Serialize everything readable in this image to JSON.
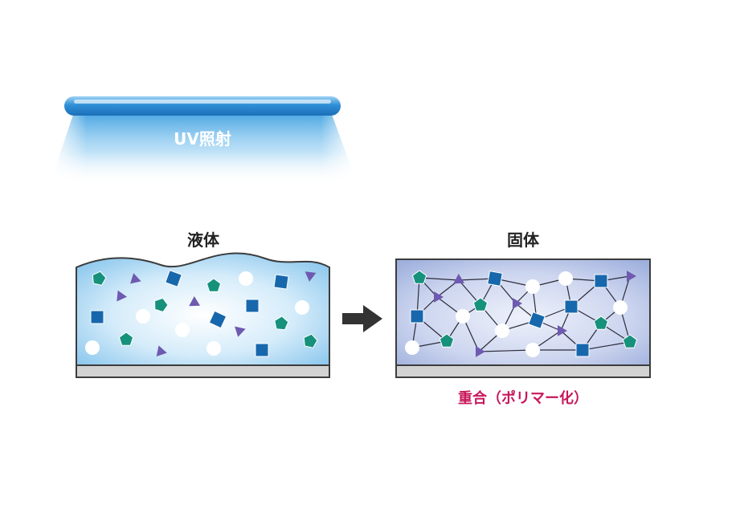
{
  "uv": {
    "label": "UV照射"
  },
  "liquid": {
    "label": "液体"
  },
  "solid": {
    "label": "固体"
  },
  "polymerization": {
    "label": "重合（ポリマー化）"
  },
  "colors": {
    "uv_lamp": "#1f7fc9",
    "uv_text": "#ffffff",
    "liquid_fill": "#a9d6f3",
    "solid_fill": "#b7c4e6",
    "frame": "#3c3c3c",
    "base": "#d2d2d2",
    "pentagon": "#16917b",
    "square": "#1767ad",
    "triangle": "#6e5ab0",
    "circle": "#ffffff",
    "arrow": "#333333",
    "polymer_text": "#c8185b"
  },
  "icons": [
    "uv-lamp-icon",
    "arrow-right-icon",
    "pentagon-molecule-icon",
    "square-molecule-icon",
    "triangle-molecule-icon",
    "circle-molecule-icon"
  ]
}
